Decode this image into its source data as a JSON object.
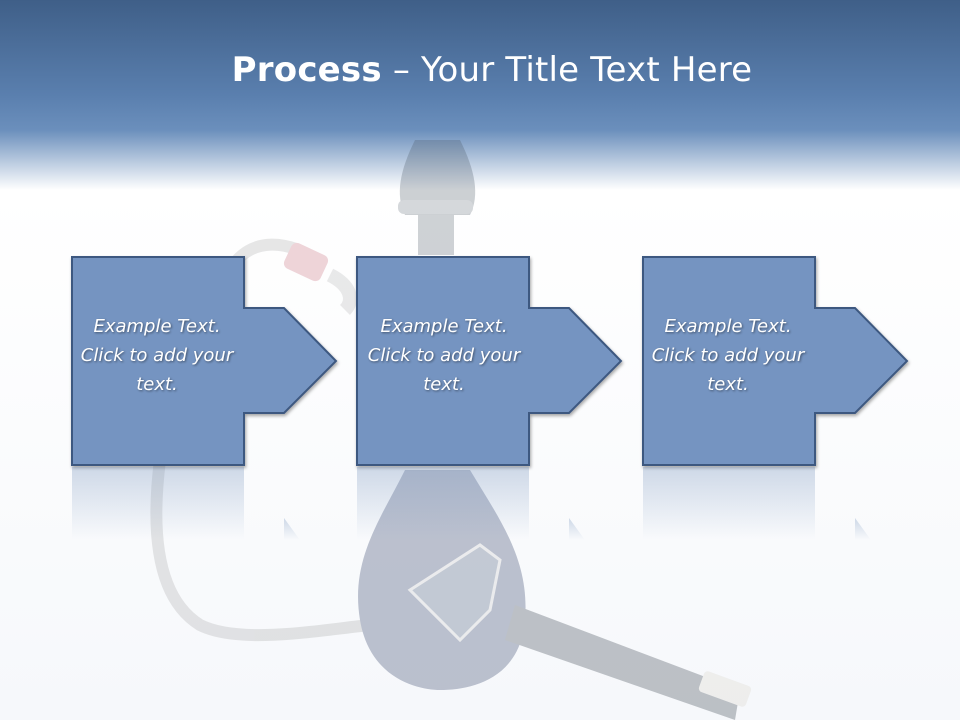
{
  "slide": {
    "title_bold": "Process",
    "title_rest": "– Your Title Text Here",
    "steps": [
      {
        "text": "Example Text. Click to add your text."
      },
      {
        "text": "Example Text. Click to add your text."
      },
      {
        "text": "Example Text. Click to add your text."
      }
    ]
  },
  "colors": {
    "header": "#5a7fae",
    "box_fill": "#7393c0",
    "box_stroke": "#3d5880"
  },
  "icons": [
    "hookah-background-image",
    "arrow-right-shape"
  ]
}
